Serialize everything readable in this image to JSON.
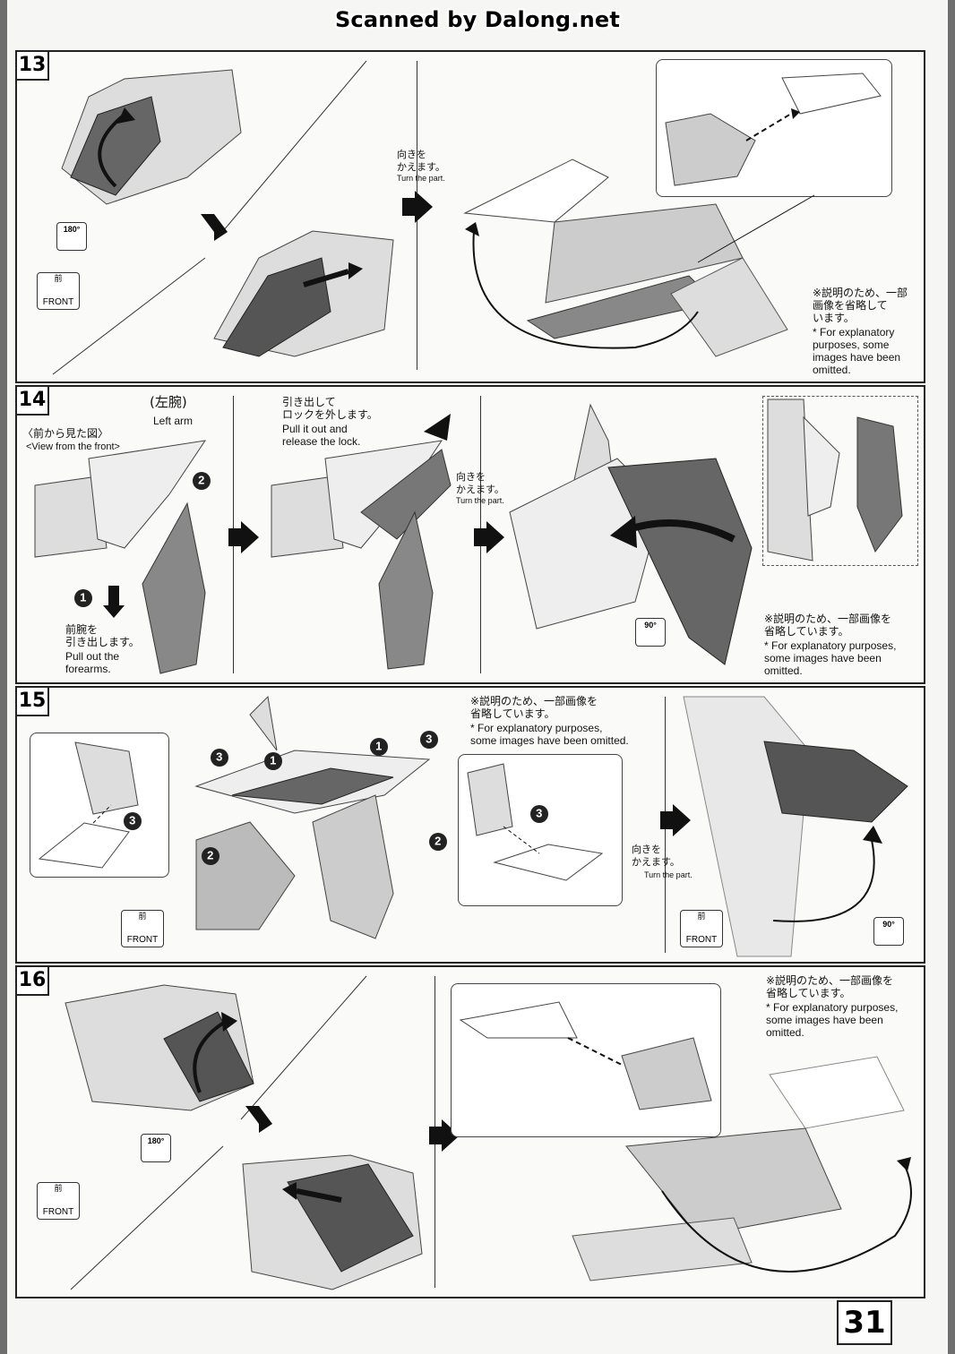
{
  "banner": "Scanned by Dalong.net",
  "page_number": "31",
  "badges": {
    "front_jp": "前",
    "front_en": "FRONT",
    "rot180": "180°",
    "rot90": "90°"
  },
  "step13": {
    "number": "13",
    "turn_jp": "向きを\nかえます。",
    "turn_en": "Turn the part.",
    "note_jp": "※説明のため、一部\n画像を省略して\nいます。",
    "note_en": "* For explanatory\npurposes, some\nimages have been\nomitted."
  },
  "step14": {
    "number": "14",
    "leftarm_jp": "(左腕)",
    "leftarm_en": "Left arm",
    "view_jp": "〈前から見た図〉",
    "view_en": "<View from the front>",
    "pull_lock_jp": "引き出して\nロックを外します。",
    "pull_lock_en": "Pull it out and\nrelease the lock.",
    "forearm_jp": "前腕を\n引き出します。",
    "forearm_en": "Pull out the\nforearms.",
    "turn_jp": "向きを\nかえます。",
    "turn_en": "Turn the part.",
    "note_jp": "※説明のため、一部画像を\n省略しています。",
    "note_en": "* For explanatory purposes,\nsome images have been\nomitted."
  },
  "step15": {
    "number": "15",
    "note_jp": "※説明のため、一部画像を\n省略しています。",
    "note_en": "* For explanatory purposes,\nsome images have been omitted.",
    "turn_jp": "向きを\nかえます。",
    "turn_en": "Turn the part."
  },
  "step16": {
    "number": "16",
    "note_jp": "※説明のため、一部画像を\n省略しています。",
    "note_en": "* For explanatory purposes,\nsome images have been\nomitted."
  }
}
